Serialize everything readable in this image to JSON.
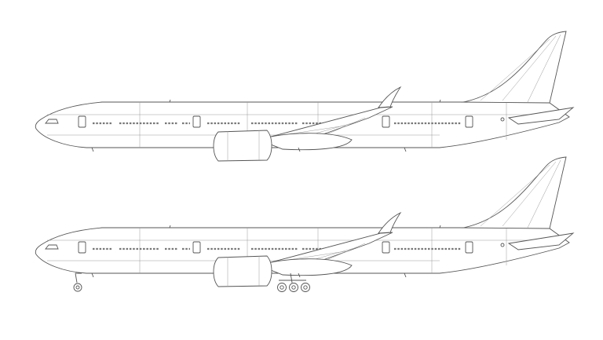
{
  "drawing": {
    "views": [
      {
        "name": "aircraft-side-view-gear-up",
        "landing_gear": "retracted"
      },
      {
        "name": "aircraft-side-view-gear-down",
        "landing_gear": "extended"
      }
    ],
    "colors": {
      "background": "#ffffff",
      "line": "#555555",
      "detail": "#999999"
    }
  }
}
